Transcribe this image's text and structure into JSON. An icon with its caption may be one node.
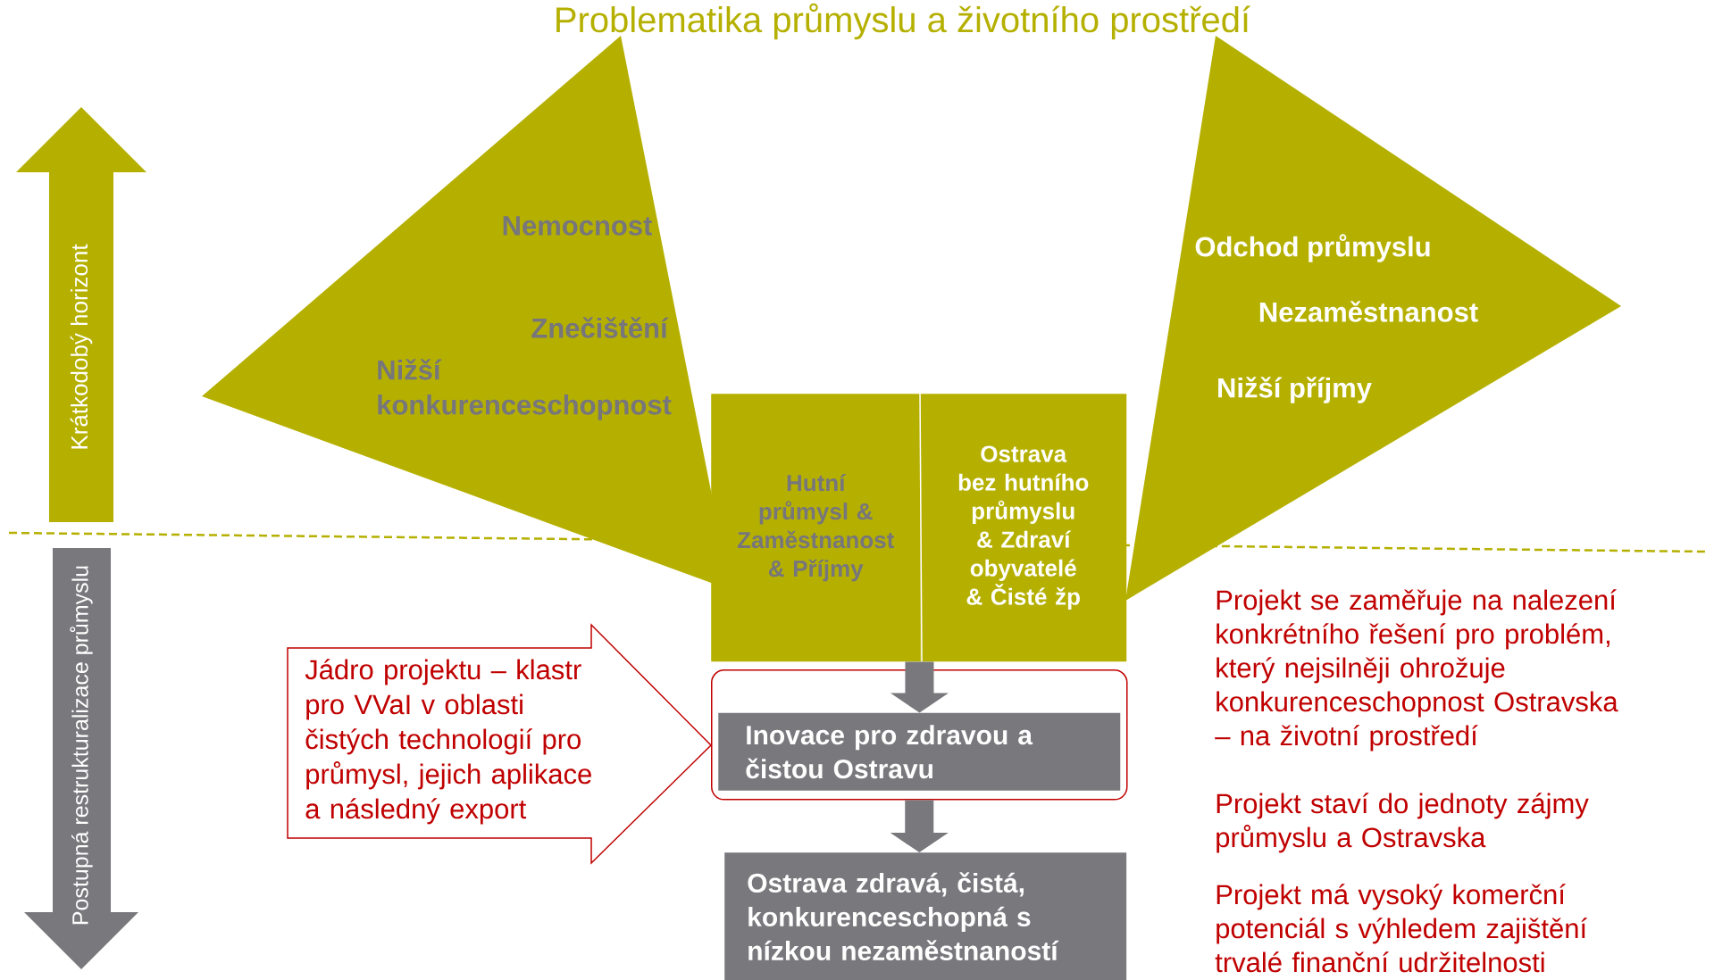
{
  "diagram": {
    "title": "Problematika průmyslu a životního prostředí",
    "nodes": [
      {
        "text": [
          "Nemocnost",
          "Znečištění",
          "Nižší konkurenceschopnost"
        ]
      },
      {
        "text": [
          "Odchod průmyslu",
          "Nezaměstnanost",
          "Nižší příjmy"
        ]
      },
      {
        "text": [
          "Hutní průmysl & Zaměstnanost & Příjmy"
        ]
      },
      {
        "text": [
          "Ostrava bez hutního průmyslu & Zdraví obyvatelé & Čisté žp"
        ]
      },
      {
        "text": [],
        "shape": "box"
      },
      {
        "text": [
          "Inovace pro zdravou a čistou Ostravu"
        ],
        "in": 4
      },
      {
        "text": [
          "Ostrava zdravá, čistá, konkurenceschopná s nízkou nezaměstnaností"
        ]
      },
      {
        "text": [
          "Jádro projektu – klastr pro VVaI v oblasti čistých technologií pro průmysl, jejich aplikace a následný export"
        ]
      }
    ],
    "edges": [
      {
        "from": 2,
        "to": 5,
        "arrow": "to"
      },
      {
        "from": 3,
        "to": 5,
        "arrow": "to"
      },
      {
        "from": 4,
        "to": 6,
        "arrow": "to"
      }
    ],
    "labels": [
      "Krátkodobý horizont",
      "Postupná restrukturalizace průmyslu",
      "Projekt se zaměřuje na nalezení konkrétního řešení pro problém, který nejsilněji ohrožuje konkurenceschopnost Ostravska – na životní prostředí",
      "Projekt staví do jednoty zájmy průmyslu a Ostravska",
      "Projekt má vysoký komerční potenciál s výhledem zajištění trvalé finanční udržitelnosti"
    ]
  }
}
